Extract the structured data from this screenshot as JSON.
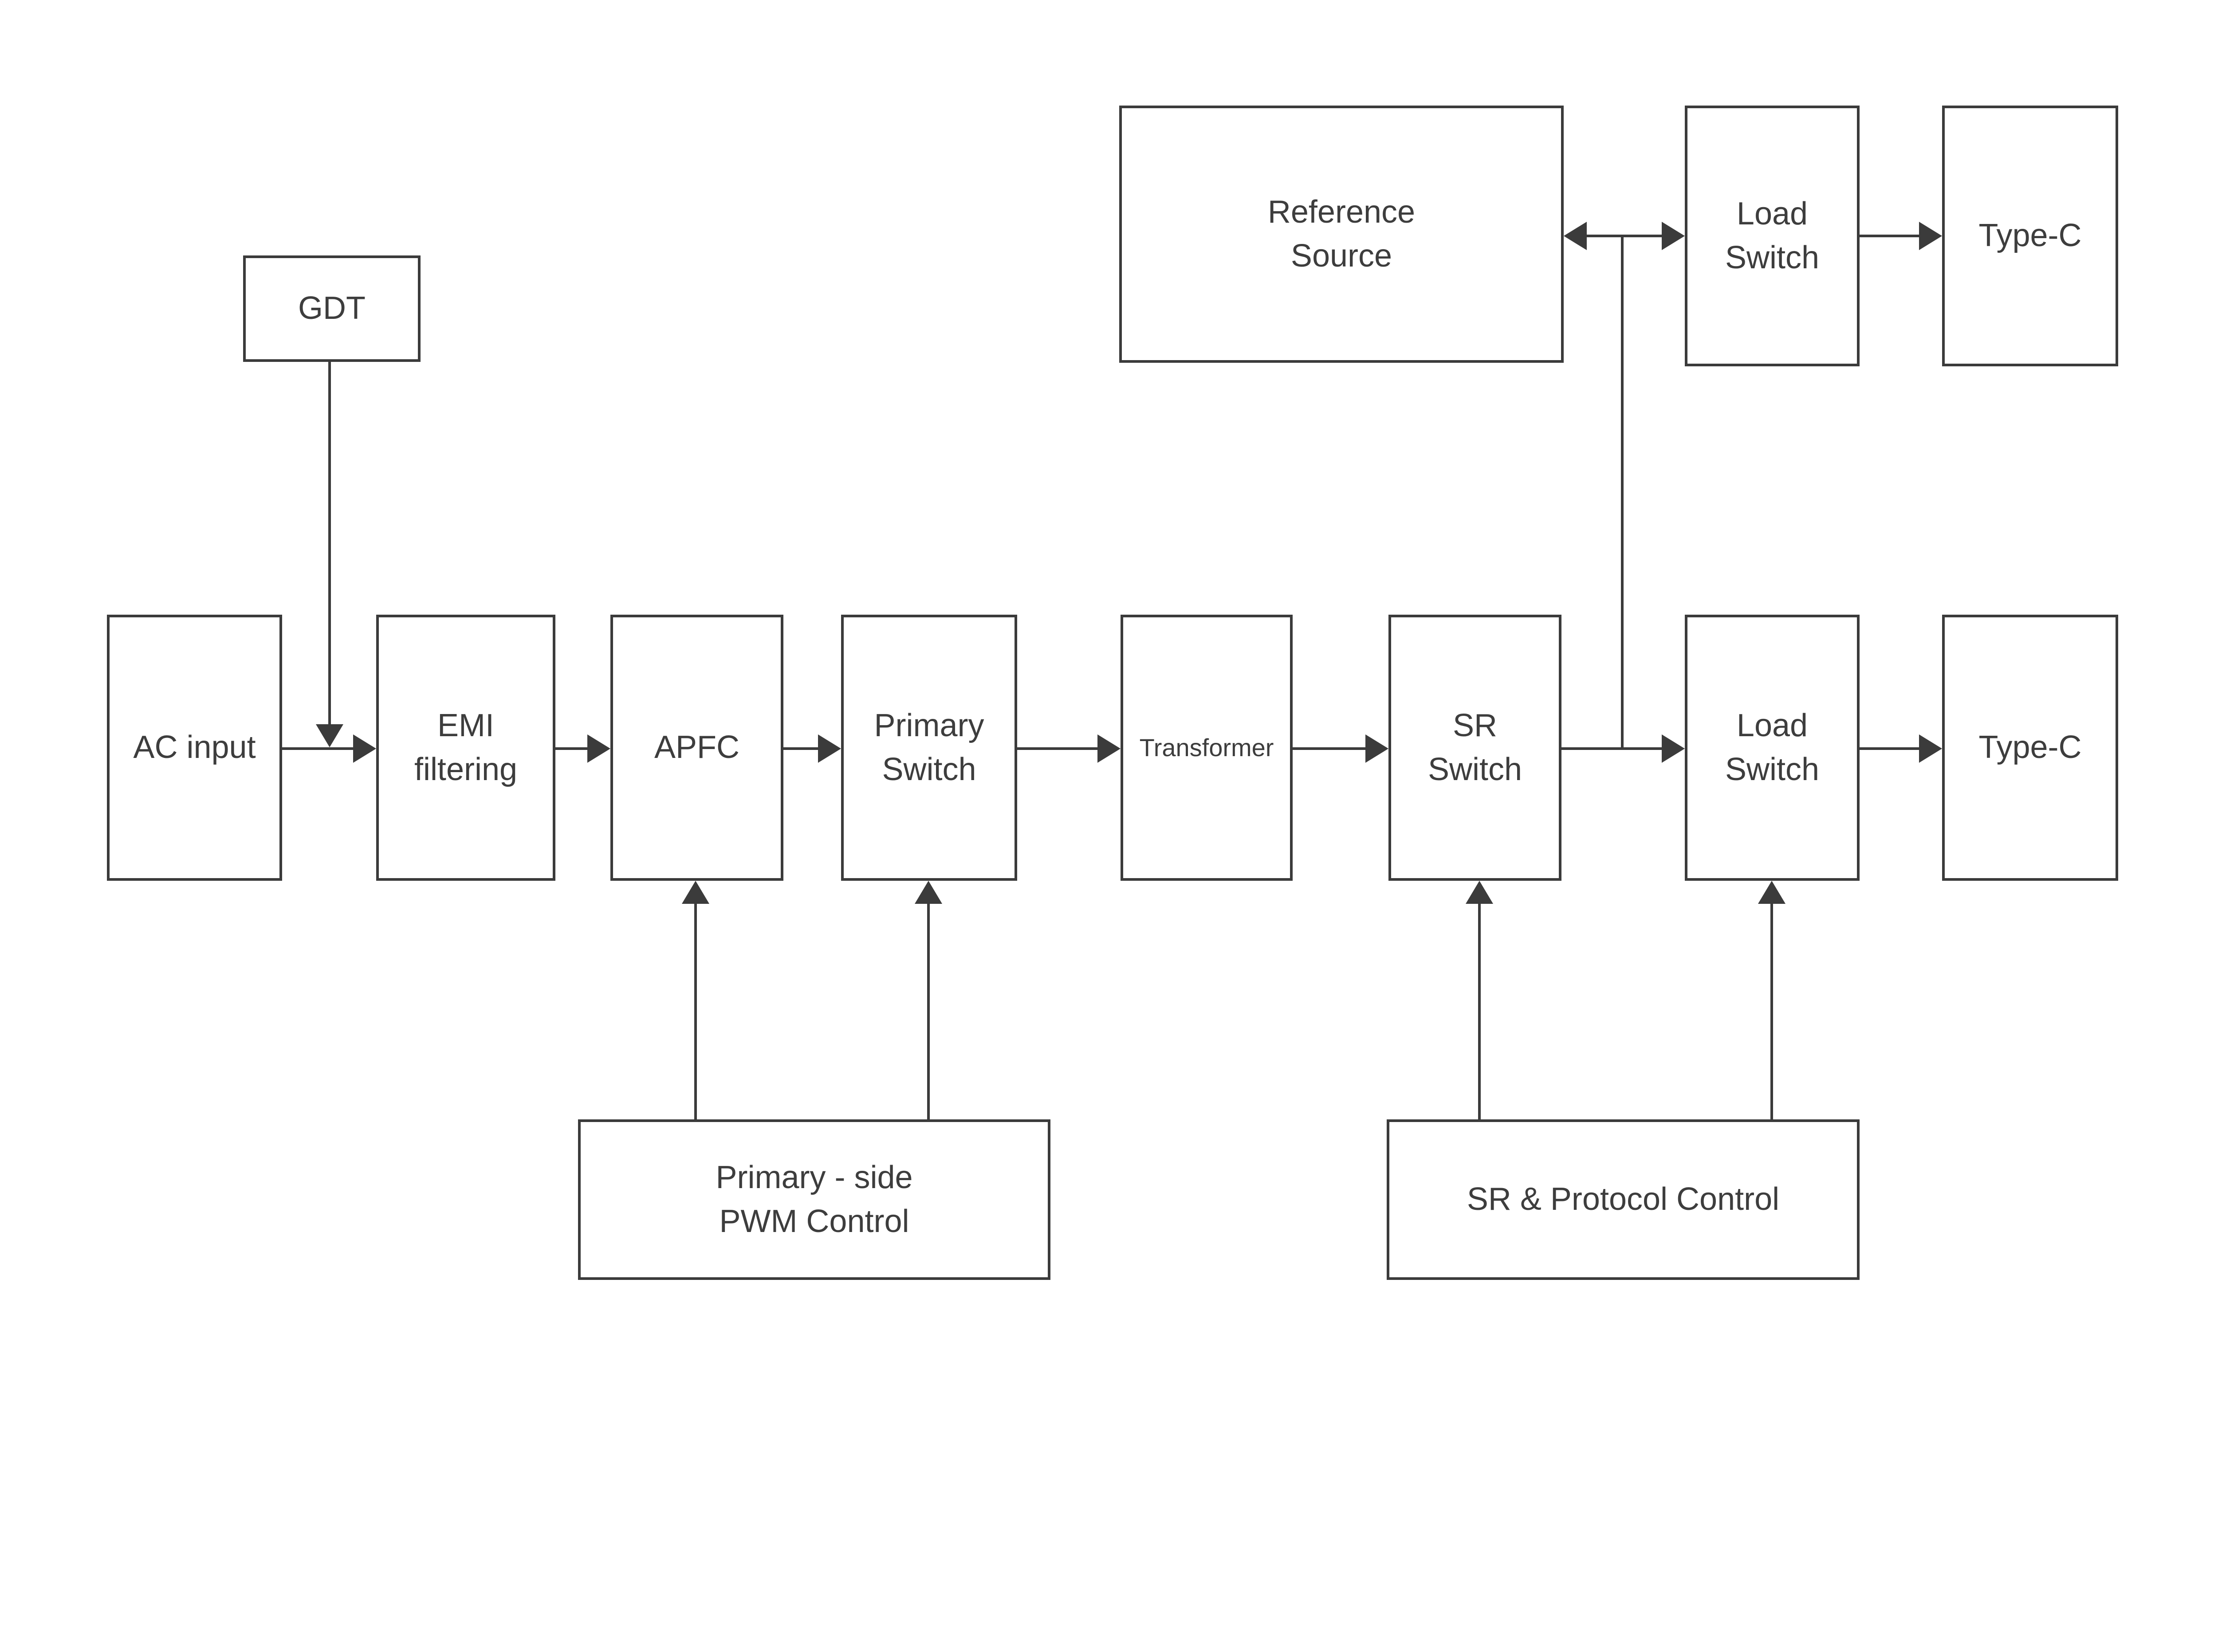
{
  "colors": {
    "line": "#3b3b3b",
    "text": "#3d3d3d",
    "background": "#ffffff"
  },
  "diagram": {
    "type": "block-diagram",
    "description": "AC-DC power adapter signal chain block diagram",
    "nodes": {
      "gdt": {
        "label": "GDT"
      },
      "ac_input": {
        "label": "AC input"
      },
      "emi_filtering": {
        "label": "EMI\nfiltering"
      },
      "apfc": {
        "label": "APFC"
      },
      "primary_switch": {
        "label": "Primary\nSwitch"
      },
      "transformer": {
        "label": "Transformer"
      },
      "sr_switch": {
        "label": "SR\nSwitch"
      },
      "load_switch_main": {
        "label": "Load\nSwitch"
      },
      "type_c_main": {
        "label": "Type-C"
      },
      "reference_source": {
        "label": "Reference\nSource"
      },
      "load_switch_top": {
        "label": "Load\nSwitch"
      },
      "type_c_top": {
        "label": "Type-C"
      },
      "pwm_control": {
        "label": "Primary - side\nPWM Control"
      },
      "sr_protocol_control": {
        "label": "SR & Protocol Control"
      }
    },
    "edges": [
      {
        "from": "gdt",
        "to": "ac_input-emi_filtering junction",
        "style": "arrow-down"
      },
      {
        "from": "ac_input",
        "to": "emi_filtering",
        "style": "arrow-right"
      },
      {
        "from": "emi_filtering",
        "to": "apfc",
        "style": "arrow-right"
      },
      {
        "from": "apfc",
        "to": "primary_switch",
        "style": "arrow-right"
      },
      {
        "from": "primary_switch",
        "to": "transformer",
        "style": "arrow-right"
      },
      {
        "from": "transformer",
        "to": "sr_switch",
        "style": "arrow-right"
      },
      {
        "from": "sr_switch",
        "to": "load_switch_main",
        "style": "arrow-right"
      },
      {
        "from": "load_switch_main",
        "to": "type_c_main",
        "style": "arrow-right"
      },
      {
        "from": "sr_switch-load_switch junction",
        "to": "reference_source / load_switch_top",
        "style": "double-arrow"
      },
      {
        "from": "load_switch_top",
        "to": "type_c_top",
        "style": "arrow-right"
      },
      {
        "from": "pwm_control",
        "to": "apfc",
        "style": "arrow-up"
      },
      {
        "from": "pwm_control",
        "to": "primary_switch",
        "style": "arrow-up"
      },
      {
        "from": "sr_protocol_control",
        "to": "sr_switch",
        "style": "arrow-up"
      },
      {
        "from": "sr_protocol_control",
        "to": "load_switch_main",
        "style": "arrow-up"
      }
    ]
  }
}
